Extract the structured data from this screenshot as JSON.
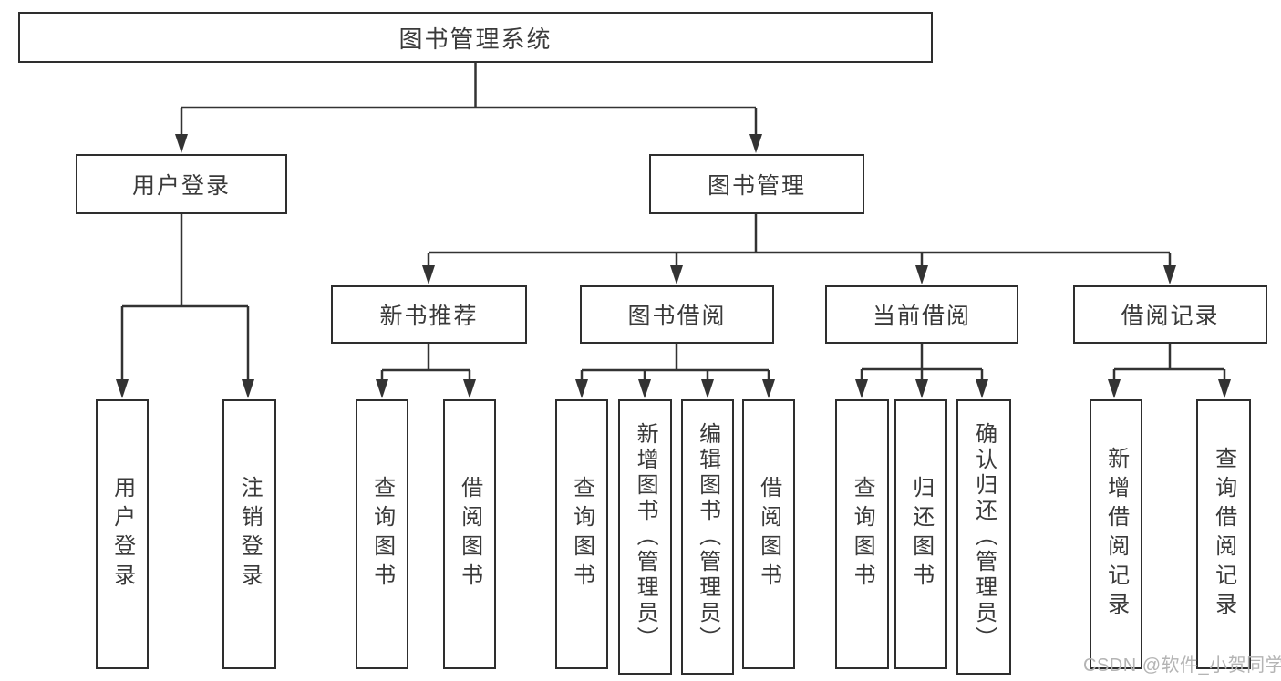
{
  "tree": {
    "label": "图书管理系统",
    "children": [
      {
        "label": "用户登录",
        "children": [
          {
            "label": "用户登录"
          },
          {
            "label": "注销登录"
          }
        ]
      },
      {
        "label": "图书管理",
        "children": [
          {
            "label": "新书推荐",
            "children": [
              {
                "label": "查询图书"
              },
              {
                "label": "借阅图书"
              }
            ]
          },
          {
            "label": "图书借阅",
            "children": [
              {
                "label": "查询图书"
              },
              {
                "label": "新增图书（管理员）"
              },
              {
                "label": "编辑图书（管理员）"
              },
              {
                "label": "借阅图书"
              }
            ]
          },
          {
            "label": "当前借阅",
            "children": [
              {
                "label": "查询图书"
              },
              {
                "label": "归还图书"
              },
              {
                "label": "确认归还（管理员）"
              }
            ]
          },
          {
            "label": "借阅记录",
            "children": [
              {
                "label": "新增借阅记录"
              },
              {
                "label": "查询借阅记录"
              }
            ]
          }
        ]
      }
    ]
  },
  "watermark": "CSDN @软件_小贺同学",
  "colors": {
    "line": "#333333",
    "border": "#2e2e2e",
    "text": "#3a3a3a",
    "watermark": "#b4b4b4",
    "background": "#ffffff"
  }
}
